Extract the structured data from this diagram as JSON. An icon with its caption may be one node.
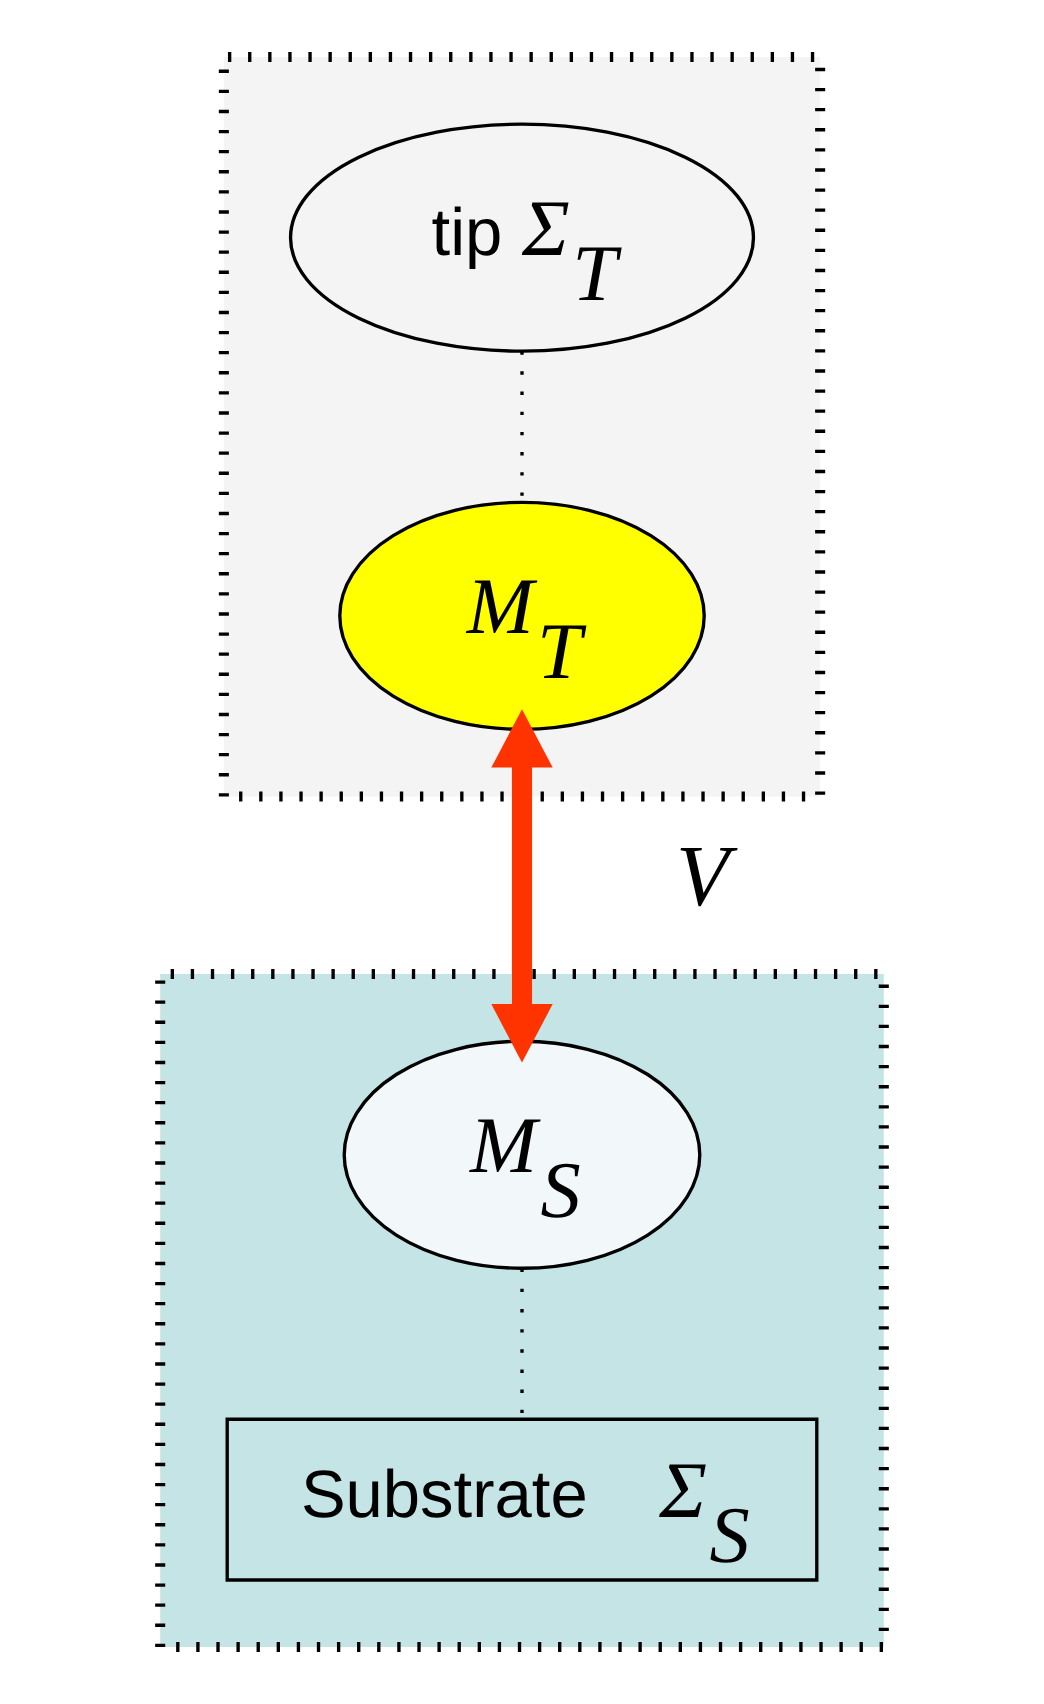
{
  "diagram": {
    "nodes": [
      {
        "text": [],
        "shape": "box"
      },
      {
        "text": [
          "tip",
          "Σ$_{T}$"
        ],
        "in": 0
      },
      {
        "text": [
          "M$_{T}$"
        ],
        "in": 0
      },
      {
        "text": [],
        "shape": "box"
      },
      {
        "text": [
          "M$_{S}$"
        ],
        "in": 3
      },
      {
        "text": [
          "Substrate",
          "Σ$_{S}$"
        ],
        "in": 3
      }
    ],
    "edges": [
      {
        "from": 1,
        "to": 2,
        "arrow": "none",
        "style": "dashed"
      },
      {
        "from": 2,
        "to": 4,
        "arrow": "both",
        "style": "thick",
        "color": "#ff3300",
        "label": "V"
      },
      {
        "from": 4,
        "to": 5,
        "arrow": "none",
        "style": "dashed"
      }
    ]
  }
}
